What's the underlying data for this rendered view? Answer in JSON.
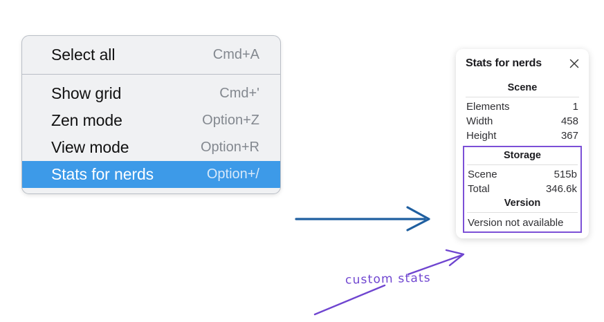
{
  "menu": {
    "name": "context-menu",
    "groups": [
      {
        "items": [
          {
            "label": "Select all",
            "shortcut": "Cmd+A",
            "selected": false
          }
        ]
      },
      {
        "items": [
          {
            "label": "Show grid",
            "shortcut": "Cmd+'",
            "selected": false
          },
          {
            "label": "Zen mode",
            "shortcut": "Option+Z",
            "selected": false
          },
          {
            "label": "View mode",
            "shortcut": "Option+R",
            "selected": false
          },
          {
            "label": "Stats for nerds",
            "shortcut": "Option+/",
            "selected": true
          }
        ]
      }
    ]
  },
  "panel": {
    "title": "Stats for nerds",
    "close_icon": "close-icon",
    "scene": {
      "heading": "Scene",
      "rows": [
        {
          "key": "Elements",
          "value": "1"
        },
        {
          "key": "Width",
          "value": "458"
        },
        {
          "key": "Height",
          "value": "367"
        }
      ]
    },
    "storage": {
      "heading": "Storage",
      "rows": [
        {
          "key": "Scene",
          "value": "515b"
        },
        {
          "key": "Total",
          "value": "346.6k"
        }
      ]
    },
    "version": {
      "heading": "Version",
      "text": "Version not available"
    }
  },
  "annotations": {
    "custom_stats_label": "custom stats",
    "arrow_blue_color": "#1f5fa0",
    "arrow_purple_color": "#6f45d0",
    "highlight_box_color": "#7b4fd6",
    "menu_selected_color": "#3d9ae8"
  }
}
